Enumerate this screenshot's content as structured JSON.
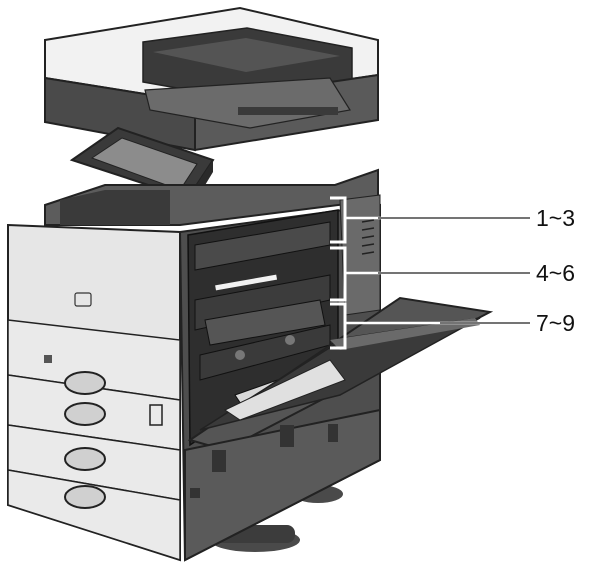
{
  "diagram": {
    "callouts": [
      {
        "id": "callout-1",
        "text": "1~3"
      },
      {
        "id": "callout-2",
        "text": "4~6"
      },
      {
        "id": "callout-3",
        "text": "7~9"
      }
    ]
  }
}
